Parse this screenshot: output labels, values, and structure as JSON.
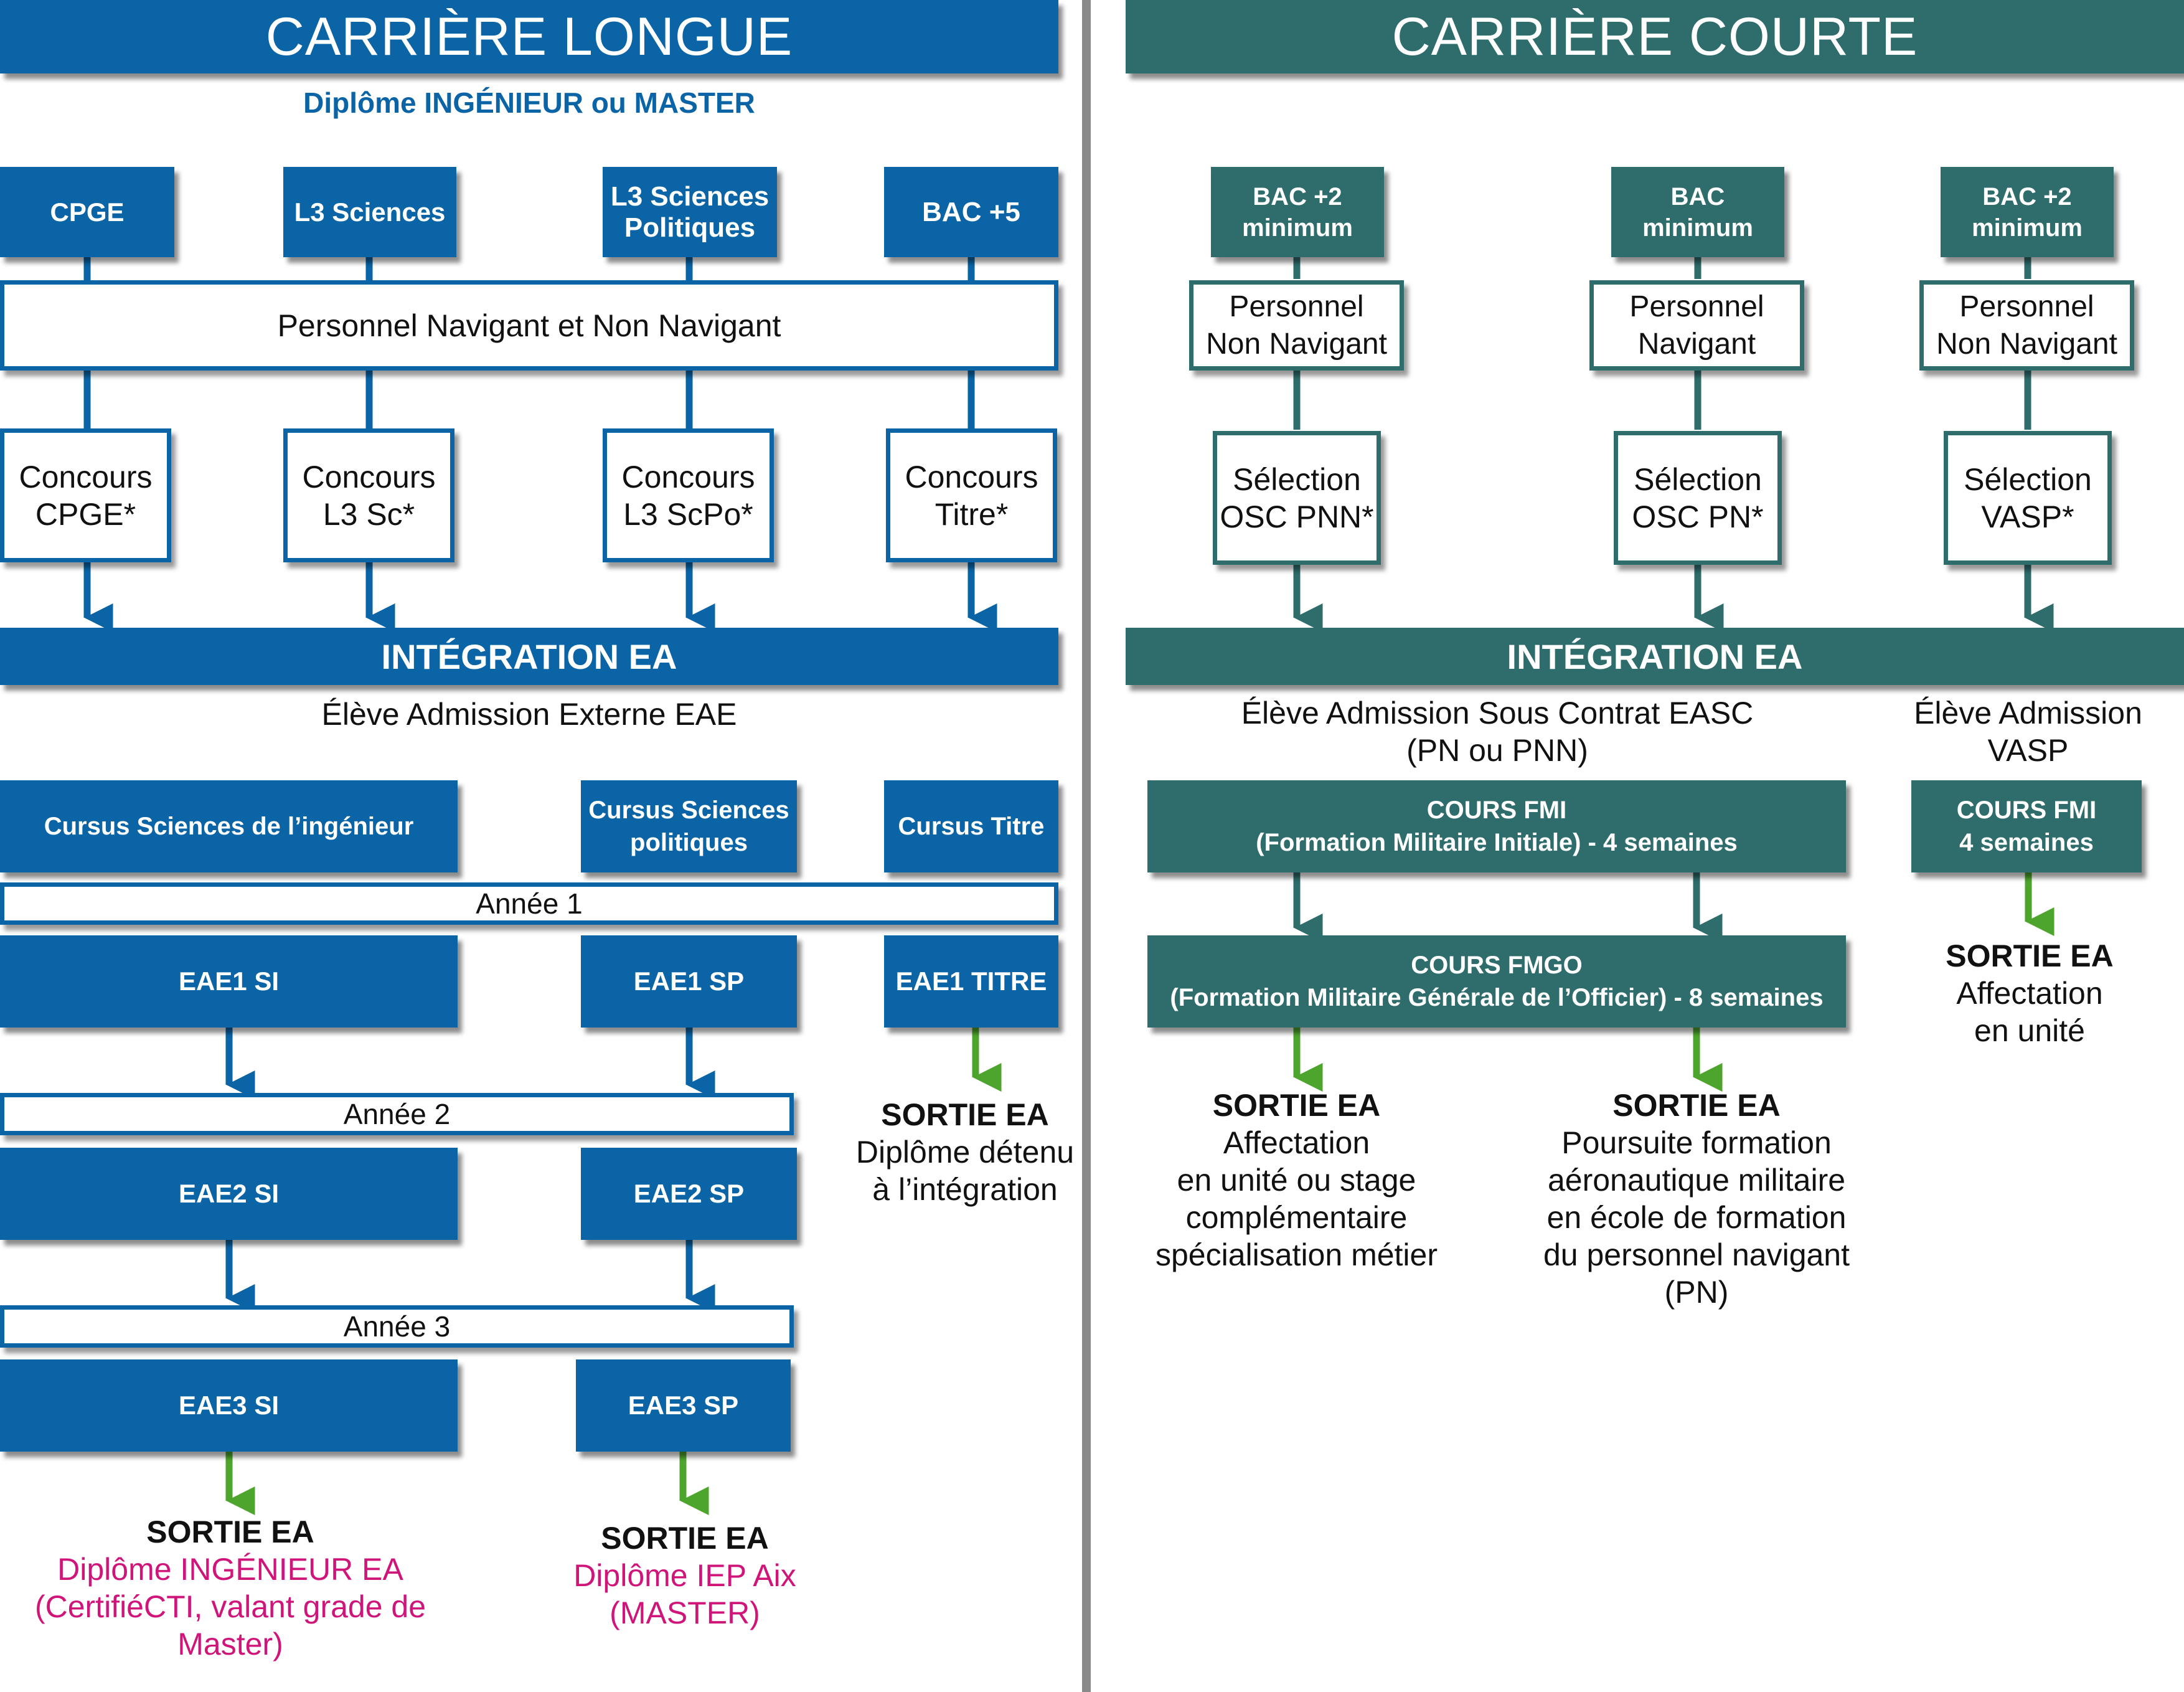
{
  "colors": {
    "blue": "#0a64a6",
    "teal": "#2f6c6c",
    "green": "#4ea52e",
    "magenta": "#d0157a",
    "divider": "#8a8a8a"
  },
  "longue": {
    "title": "CARRIÈRE LONGUE",
    "subtitle": "Diplôme INGÉNIEUR ou MASTER",
    "entries": [
      {
        "label": [
          "CPGE"
        ]
      },
      {
        "label": [
          "L3 Sciences"
        ]
      },
      {
        "label": [
          "L3 Sciences",
          "Politiques"
        ]
      },
      {
        "label": [
          "BAC +5"
        ]
      }
    ],
    "personnel": "Personnel Navigant et Non Navigant",
    "concours": [
      [
        "Concours",
        "CPGE*"
      ],
      [
        "Concours",
        "L3 Sc*"
      ],
      [
        "Concours",
        "L3 ScPo*"
      ],
      [
        "Concours",
        "Titre*"
      ]
    ],
    "integration": "INTÉGRATION EA",
    "eleve": "Élève Admission Externe EAE",
    "cursus": [
      {
        "label": [
          "Cursus Sciences de l’ingénieur"
        ]
      },
      {
        "label": [
          "Cursus Sciences",
          "politiques"
        ]
      },
      {
        "label": [
          "Cursus Titre"
        ]
      }
    ],
    "annee1": "Année 1",
    "annee2": "Année 2",
    "annee3": "Année 3",
    "eae1": [
      "EAE1 SI",
      "EAE1 SP",
      "EAE1 TITRE"
    ],
    "eae2": [
      "EAE2 SI",
      "EAE2 SP"
    ],
    "eae3": [
      "EAE3 SI",
      "EAE3 SP"
    ],
    "sortie_si": {
      "title": "SORTIE EA",
      "lines": [
        "Diplôme INGÉNIEUR EA",
        "(CertifiéCTI, valant grade de",
        "Master)"
      ]
    },
    "sortie_sp": {
      "title": "SORTIE EA",
      "lines": [
        "Diplôme IEP Aix",
        "(MASTER)"
      ]
    },
    "sortie_titre": {
      "title": "SORTIE EA",
      "lines": [
        "Diplôme détenu",
        "à l’intégration"
      ]
    }
  },
  "courte": {
    "title": "CARRIÈRE COURTE",
    "entries": [
      [
        "BAC +2",
        "minimum"
      ],
      [
        "BAC",
        "minimum"
      ],
      [
        "BAC +2",
        "minimum"
      ]
    ],
    "personnel": [
      [
        "Personnel",
        "Non Navigant"
      ],
      [
        "Personnel",
        "Navigant"
      ],
      [
        "Personnel",
        "Non Navigant"
      ]
    ],
    "selection": [
      [
        "Sélection",
        "OSC PNN*"
      ],
      [
        "Sélection",
        "OSC PN*"
      ],
      [
        "Sélection",
        "VASP*"
      ]
    ],
    "integration": "INTÉGRATION EA",
    "eleve_easc": [
      "Élève Admission Sous Contrat EASC",
      "(PN ou PNN)"
    ],
    "eleve_vasp": [
      "Élève Admission",
      "VASP"
    ],
    "fmi": [
      "COURS FMI",
      "(Formation Militaire Initiale) - 4 semaines"
    ],
    "fmi_vasp": [
      "COURS FMI",
      "4 semaines"
    ],
    "fmgo": [
      "COURS FMGO",
      "(Formation Militaire Générale de l’Officier) - 8 semaines"
    ],
    "sortie_pnn": {
      "title": "SORTIE EA",
      "lines": [
        "Affectation",
        "en unité ou stage",
        "complémentaire",
        "spécialisation métier"
      ]
    },
    "sortie_pn": {
      "title": "SORTIE EA",
      "lines": [
        "Poursuite formation",
        "aéronautique militaire",
        "en école de formation",
        "du personnel navigant",
        "(PN)"
      ]
    },
    "sortie_vasp": {
      "title": "SORTIE EA",
      "lines": [
        "Affectation",
        "en unité"
      ]
    }
  }
}
